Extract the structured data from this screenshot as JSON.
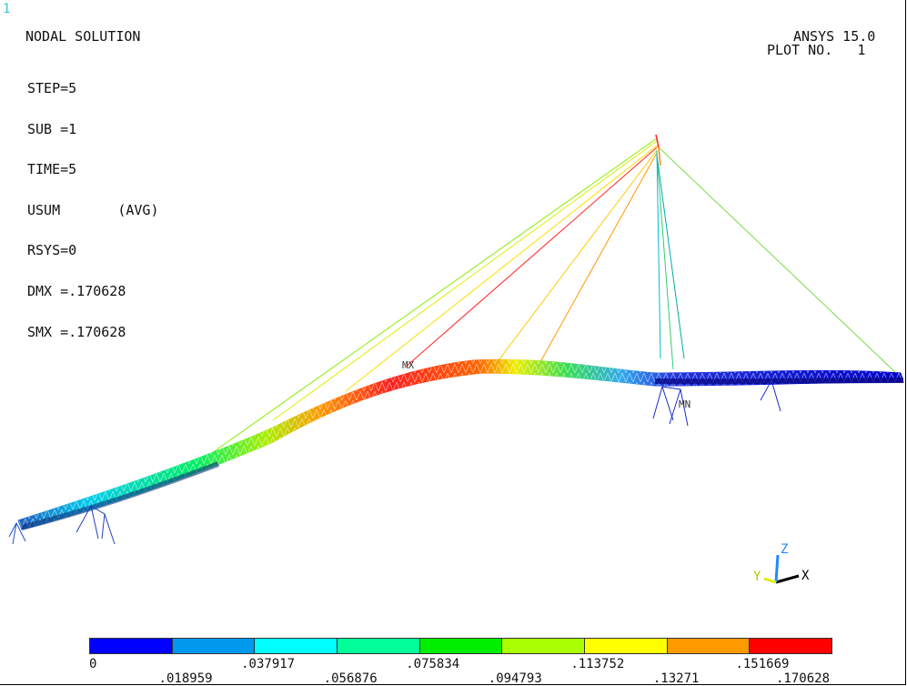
{
  "window": {
    "number": "1"
  },
  "header": {
    "title": "NODAL SOLUTION",
    "product": "ANSYS 15.0",
    "plot_no": "PLOT NO.   1",
    "info": [
      "STEP=5",
      "SUB =1",
      "TIME=5",
      "USUM       (AVG)",
      "RSYS=0",
      "DMX =.170628",
      "SMX =.170628"
    ]
  },
  "markers": {
    "max": "MX",
    "min": "MN"
  },
  "triad": {
    "x": "X",
    "y": "Y",
    "z": "Z"
  },
  "legend": {
    "colors": [
      "#0000ff",
      "#0099ee",
      "#00ffff",
      "#00ff99",
      "#00ee00",
      "#aaff00",
      "#ffff00",
      "#ff9900",
      "#ff0000"
    ],
    "labels": [
      "0",
      ".018959",
      ".037917",
      ".056876",
      ".075834",
      ".094793",
      ".113752",
      ".13271",
      ".151669",
      ".170628"
    ]
  },
  "colors": {
    "tower_stay_red": "#ff2020",
    "low": "#0000dd"
  }
}
